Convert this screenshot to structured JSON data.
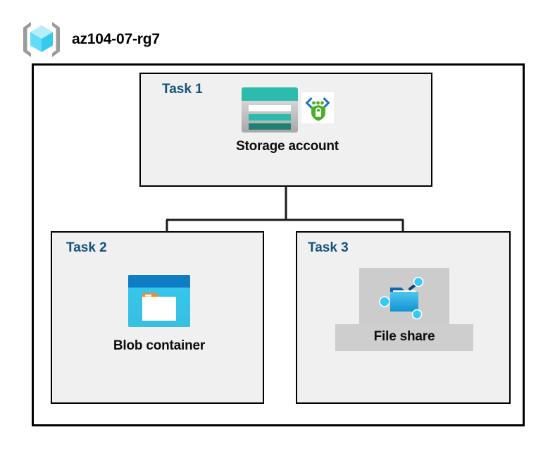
{
  "header": {
    "title": "az104-07-rg7",
    "icon": "resource-group-icon"
  },
  "container": {
    "name": "resource-group-container"
  },
  "tasks": [
    {
      "label": "Task 1",
      "node": {
        "caption": "Storage account",
        "icons": [
          "storage-account-icon",
          "encryption-shield-icon"
        ]
      }
    },
    {
      "label": "Task 2",
      "node": {
        "caption": "Blob container",
        "icons": [
          "blob-container-icon"
        ]
      }
    },
    {
      "label": "Task 3",
      "node": {
        "caption": "File share",
        "icons": [
          "file-share-icon"
        ],
        "highlighted": true
      }
    }
  ],
  "colors": {
    "task_label": "#14517d",
    "box_fill": "#f0f0f0",
    "box_border": "#000000",
    "canvas": "#ffffff",
    "storage_teal": "#2bbcad",
    "storage_teal_dark": "#1f7a70",
    "storage_gray": "#b3b3b3",
    "blob_blue_dark": "#0f7cc4",
    "blob_cyan": "#32c2ee",
    "blob_orange": "#f08c2e",
    "fileshare_blue": "#32b4e8",
    "fileshare_node_cyan": "#36c9f2",
    "shield_green": "#4caf26",
    "bracket_gray": "#9b9b9b",
    "cube_cyan": "#9fe8fb",
    "highlight_gray": "#cecece",
    "connector": "#1a1a1a"
  },
  "connectors": {
    "description": "Storage account branches down to Blob container and File share"
  }
}
